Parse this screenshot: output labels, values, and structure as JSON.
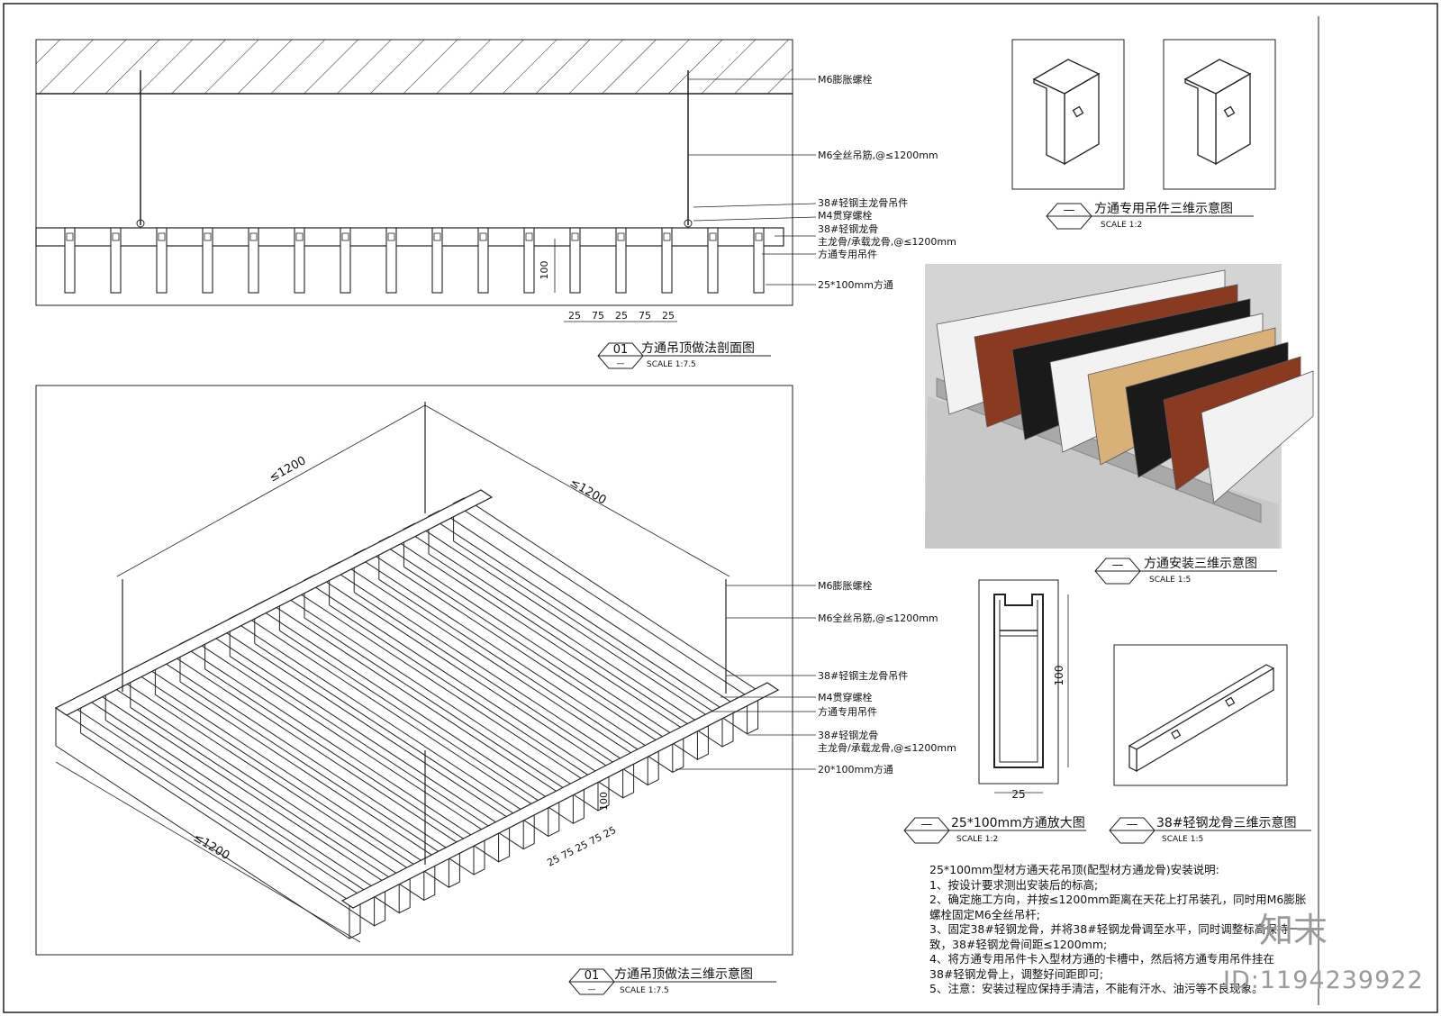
{
  "section_view": {
    "labels": [
      "M6膨胀螺栓",
      "M6全丝吊筋,@≤1200mm",
      "38#轻钢主龙骨吊件",
      "M4贯穿螺栓",
      "38#轻钢龙骨",
      "主龙骨/承载龙骨,@≤1200mm",
      "方通专用吊件",
      "25*100mm方通"
    ],
    "dim_height": "100",
    "dim_spacing": [
      "25",
      "75",
      "25",
      "75",
      "25"
    ],
    "title_no": "01",
    "title_sub": "—",
    "title": "方通吊顶做法剖面图",
    "scale": "SCALE 1:7.5"
  },
  "iso_view": {
    "labels": [
      "M6膨胀螺栓",
      "M6全丝吊筋,@≤1200mm",
      "38#轻钢主龙骨吊件",
      "M4贯穿螺栓",
      "方通专用吊件",
      "38#轻钢龙骨",
      "主龙骨/承载龙骨,@≤1200mm",
      "20*100mm方通"
    ],
    "dim_a": "≤1200",
    "dim_b": "≤1200",
    "dim_c": "≤1200",
    "dim_height": "100",
    "dim_spacing": "25 75 25 75 25",
    "title_no": "01",
    "title_sub": "—",
    "title": "方通吊顶做法三维示意图",
    "scale": "SCALE 1:7.5"
  },
  "hanger_detail": {
    "title_no": "—",
    "title_sub": "",
    "title": "方通专用吊件三维示意图",
    "scale": "SCALE 1:2"
  },
  "photo_detail": {
    "title_no": "—",
    "title_sub": "",
    "title": "方通安装三维示意图",
    "scale": "SCALE 1:5"
  },
  "profile_detail": {
    "dim_height": "100",
    "dim_width": "25",
    "title_no": "—",
    "title_sub": "",
    "title": "25*100mm方通放大图",
    "scale": "SCALE 1:2"
  },
  "keel_detail": {
    "title_no": "—",
    "title_sub": "",
    "title": "38#轻钢龙骨三维示意图",
    "scale": "SCALE 1:5"
  },
  "notes": {
    "heading": "25*100mm型材方通天花吊顶(配型材方通龙骨)安装说明:",
    "lines": [
      "1、按设计要求测出安装后的标高;",
      "2、确定施工方向，并按≤1200mm距离在天花上打吊装孔，同时用M6膨胀",
      "螺栓固定M6全丝吊杆;",
      "3、固定38#轻钢龙骨，并将38#轻钢龙骨调至水平，同时调整标高保持一",
      "致，38#轻钢龙骨间距≤1200mm;",
      "4、将方通专用吊件卡入型材方通的卡槽中，然后将方通专用吊件挂在",
      "38#轻钢龙骨上，调整好间距即可;",
      "5、注意：安装过程应保持手清洁，不能有汗水、油污等不良现象。"
    ]
  },
  "watermark": {
    "logo": "知末",
    "id": "ID:1194239922"
  },
  "colors": {
    "line": "#111111",
    "watermark": "#9a9a9a",
    "wood": "#d9b078",
    "rust": "#8a3a20",
    "black": "#1a1a1a",
    "white": "#f2f2f2"
  }
}
